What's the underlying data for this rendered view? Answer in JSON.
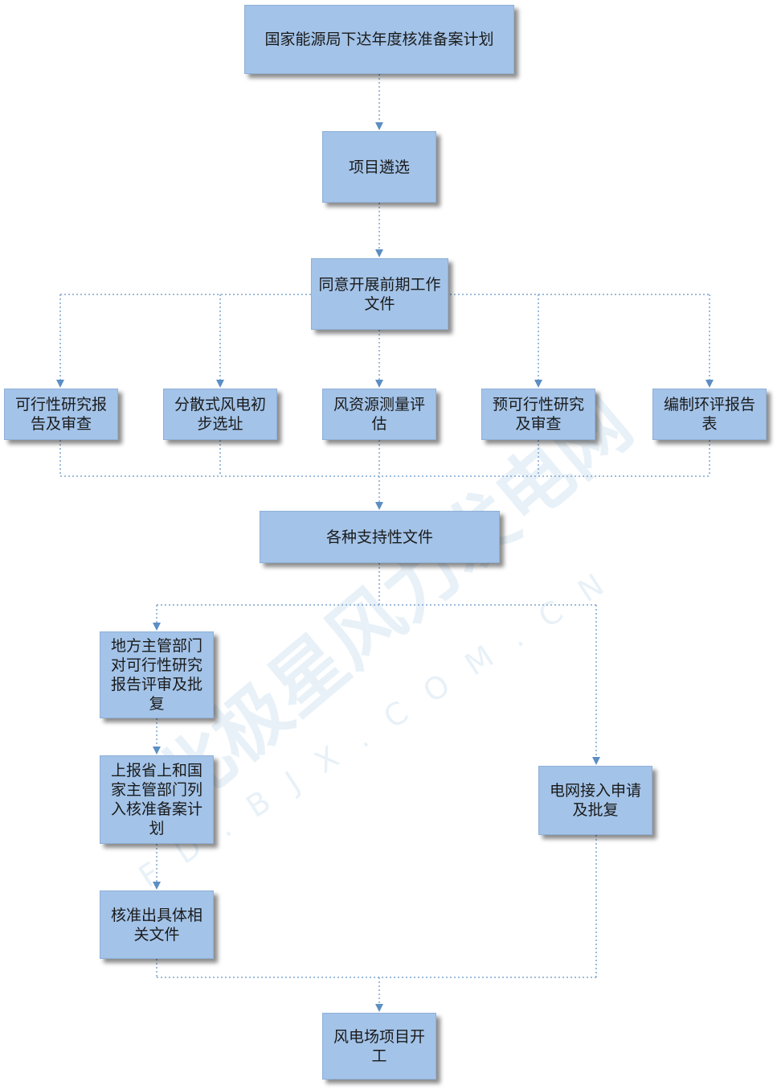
{
  "nodes": {
    "n1": "国家能源局下达年度核准备案计划",
    "n2": "项目遴选",
    "n3": "同意开展前期工作文件",
    "n4a": "可行性研究报告及审查",
    "n4b": "分散式风电初步选址",
    "n4c": "风资源测量评估",
    "n4d": "预可行性研究及审查",
    "n4e": "编制环评报告表",
    "n5": "各种支持性文件",
    "n6": "地方主管部门对可行性研究报告评审及批复",
    "n7": "上报省上和国家主管部门列入核准备案计划",
    "n8": "核准出具体相关文件",
    "n9": "电网接入申请及批复",
    "n10": "风电场项目开工"
  },
  "watermark": {
    "brand": "北极星风力发电网",
    "url": "F D . B J X . C O M . C N"
  },
  "colors": {
    "box_fill": "#a3c3e8",
    "box_border": "#8fb0d8",
    "connector": "#7da6cf",
    "arrow": "#5b8ec3"
  }
}
